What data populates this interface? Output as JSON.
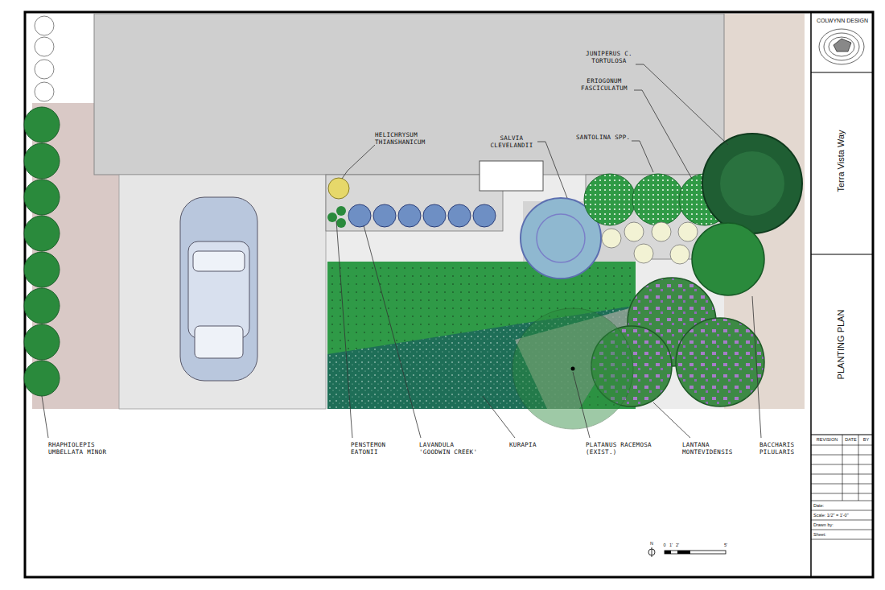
{
  "diagram": {
    "title": "PLANTING PLAN",
    "labels": [
      "JUNIPERUS C. TORTULOSA",
      "ERIOGONUM FASCICULATUM",
      "SANTOLINA SPP.",
      "SALVIA CLEVELANDII",
      "HELICHRYSUM THIANSHANICUM",
      "RHAPHIOLEPIS UMBELLATA MINOR",
      "PENSTEMON EATONII",
      "LAVANDULA 'GOODWIN CREEK'",
      "KURAPIA",
      "PLATANUS RACEMOSA (EXIST.)",
      "LANTANA MONTEVIDENSIS",
      "BACCHARIS PILULARIS",
      "COLWYNN DESIGN",
      "Terra Vista Way",
      "REVISION",
      "DATE",
      "BY",
      "Date:",
      "Scale: 1/2\" = 1'-0\"",
      "Drawn by:",
      "Sheet:",
      "N",
      "0",
      "1'",
      "2'",
      "5'"
    ]
  }
}
